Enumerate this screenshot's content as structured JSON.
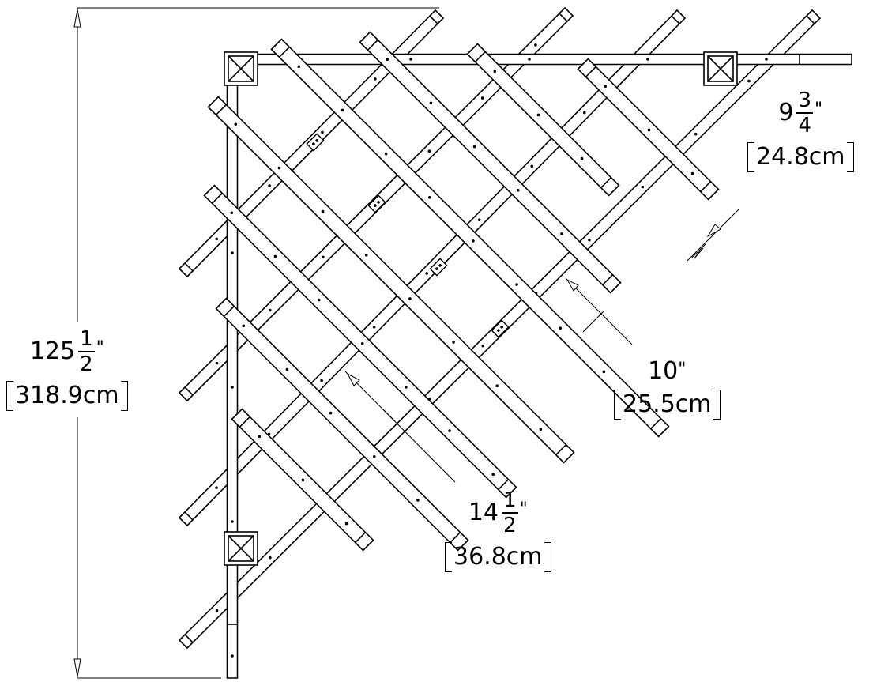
{
  "dimensions": {
    "overall_height": {
      "whole": "125",
      "num": "1",
      "den": "2",
      "unit": "\"",
      "metric": "318.9cm"
    },
    "span_a": {
      "whole": "14",
      "num": "1",
      "den": "2",
      "unit": "\"",
      "metric": "36.8cm"
    },
    "span_b": {
      "whole": "10",
      "unit": "\"",
      "metric": "25.5cm"
    },
    "span_c": {
      "whole": "9",
      "num": "3",
      "den": "4",
      "unit": "\"",
      "metric": "24.8cm"
    }
  }
}
